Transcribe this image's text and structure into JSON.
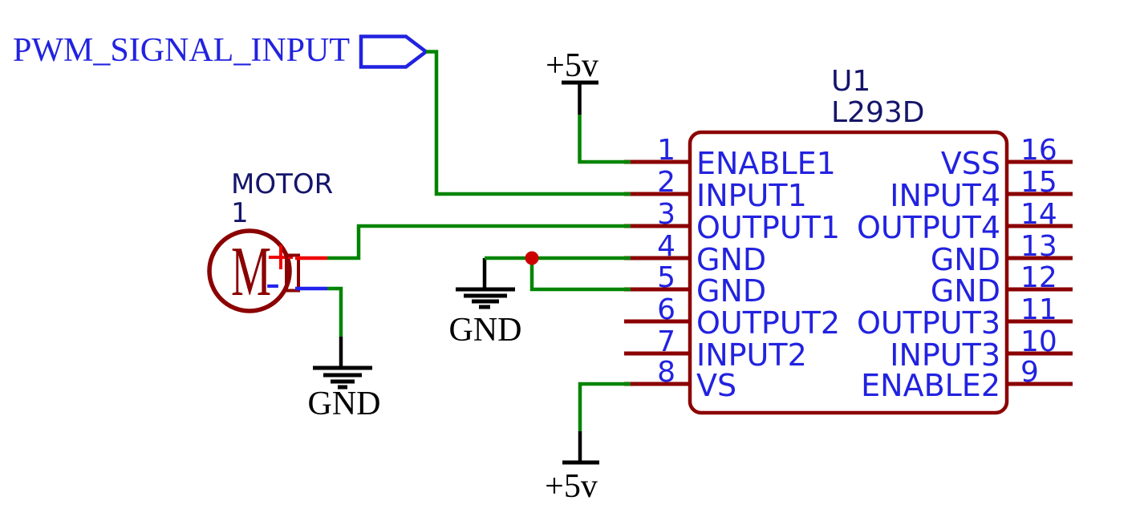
{
  "schematic": {
    "net_flag": {
      "label": "PWM_SIGNAL_INPUT"
    },
    "power_top": {
      "label": "+5v"
    },
    "power_bottom": {
      "label": "+5v"
    },
    "ground_motor": {
      "label": "GND"
    },
    "ground_mid": {
      "label": "GND"
    },
    "motor": {
      "ref": "MOTOR",
      "number": "1",
      "letter": "M",
      "plus": "+",
      "minus": "-"
    },
    "ic": {
      "ref": "U1",
      "part": "L293D",
      "left_pins": [
        {
          "number": "1",
          "label": "ENABLE1"
        },
        {
          "number": "2",
          "label": "INPUT1"
        },
        {
          "number": "3",
          "label": "OUTPUT1"
        },
        {
          "number": "4",
          "label": "GND"
        },
        {
          "number": "5",
          "label": "GND"
        },
        {
          "number": "6",
          "label": "OUTPUT2"
        },
        {
          "number": "7",
          "label": "INPUT2"
        },
        {
          "number": "8",
          "label": "VS"
        }
      ],
      "right_pins": [
        {
          "number": "16",
          "label": "VSS"
        },
        {
          "number": "15",
          "label": "INPUT4"
        },
        {
          "number": "14",
          "label": "OUTPUT4"
        },
        {
          "number": "13",
          "label": "GND"
        },
        {
          "number": "12",
          "label": "GND"
        },
        {
          "number": "11",
          "label": "OUTPUT3"
        },
        {
          "number": "10",
          "label": "INPUT3"
        },
        {
          "number": "9",
          "label": "ENABLE2"
        }
      ]
    },
    "colors": {
      "symbol_dark_red": "#8b0000",
      "wire_green": "#008400",
      "wire_red": "#ee0000",
      "wire_blue": "#2222ee",
      "junction_red": "#cc0000",
      "pin_text_blue": "#2222e0",
      "ref_navy": "#15156b",
      "annotation_black": "#000000"
    }
  }
}
